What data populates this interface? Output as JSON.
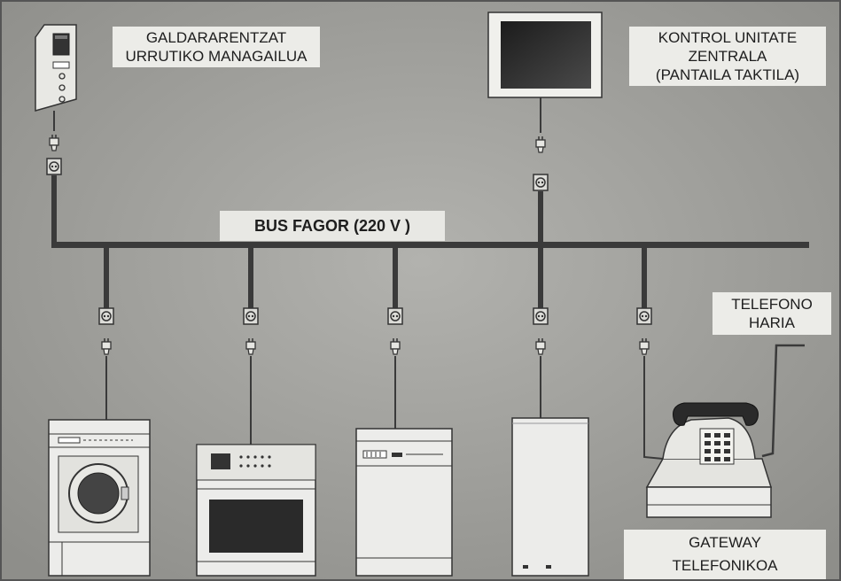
{
  "bus": {
    "label": "BUS FAGOR (220 V )"
  },
  "labels": {
    "boiler_remote": [
      "GALDARARENTZAT",
      "URRUTIKO MANAGAILUA"
    ],
    "control_unit": [
      "KONTROL UNITATE",
      "ZENTRALA",
      "(PANTAILA TAKTILA)"
    ],
    "phone_line": [
      "TELEFONO",
      "HARIA"
    ],
    "gateway": [
      "GATEWAY",
      "TELEFONIKOA"
    ]
  },
  "colors": {
    "background": "#9a9a96",
    "bus_line": "#3a3a3a",
    "label_bg": "#ecece8",
    "screen": "#2a2a2a"
  },
  "devices": [
    {
      "name": "boiler-remote-controller"
    },
    {
      "name": "control-unit-touchscreen"
    },
    {
      "name": "washing-machine"
    },
    {
      "name": "oven"
    },
    {
      "name": "dishwasher"
    },
    {
      "name": "refrigerator"
    },
    {
      "name": "telephone-gateway"
    }
  ]
}
